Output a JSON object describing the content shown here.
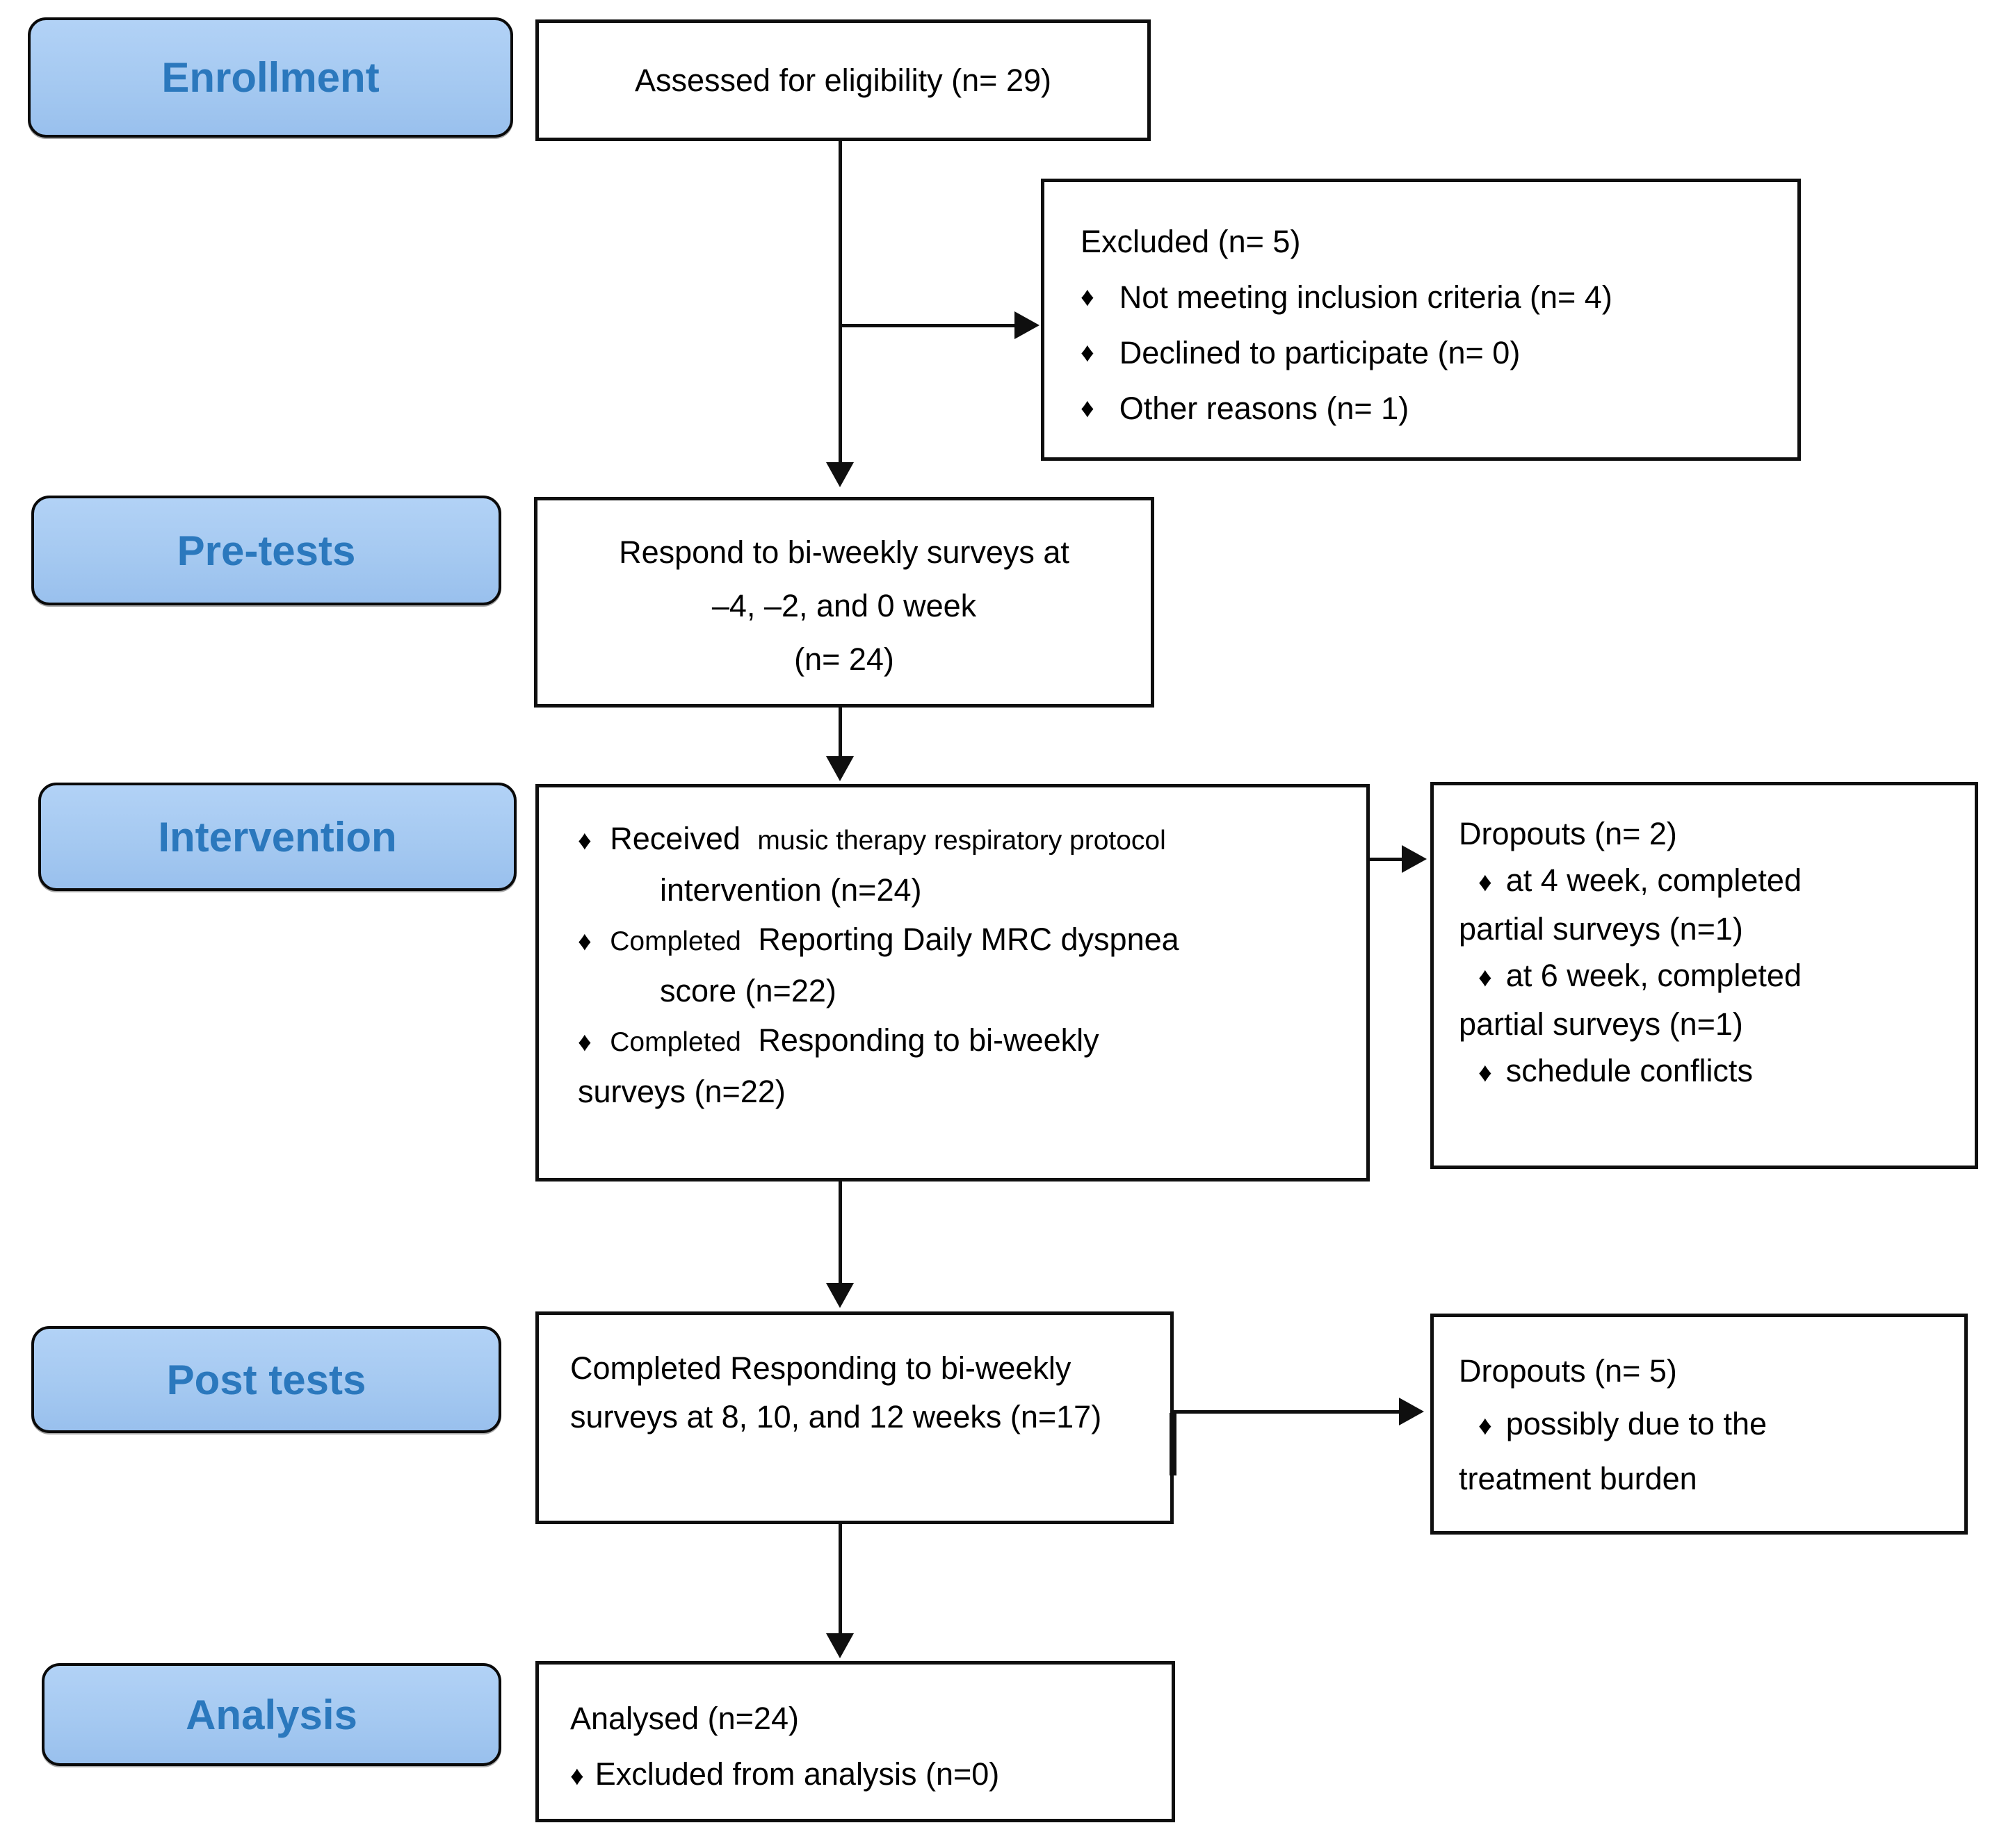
{
  "stages": {
    "enrollment": "Enrollment",
    "pretests": "Pre-tests",
    "intervention": "Intervention",
    "posttests": "Post tests",
    "analysis": "Analysis"
  },
  "boxes": {
    "assessed": {
      "text": "Assessed for eligibility (n= 29)"
    },
    "excluded": {
      "title": "Excluded (n= 5)",
      "bullets": [
        "Not meeting inclusion criteria (n= 4)",
        "Declined to participate (n= 0)",
        "Other reasons (n= 1)"
      ]
    },
    "pretests": {
      "lines": [
        "Respond to bi-weekly surveys at",
        "–4, –2, and 0 week",
        "(n= 24)"
      ]
    },
    "intervention": {
      "b1_seg1": "Received",
      "b1_seg2": "music therapy respiratory protocol",
      "b1_line2": "intervention (n=24)",
      "b2_seg1": "Completed",
      "b2_seg2": "Reporting Daily MRC dyspnea",
      "b2_line2": "score (n=22)",
      "b3_seg1": "Completed",
      "b3_seg2": "Responding to bi-weekly",
      "b3_line2": "surveys (n=22)"
    },
    "dropouts_intervention": {
      "title": "Dropouts (n= 2)",
      "bullets": [
        "at 4 week, completed partial surveys (n=1)",
        "at 6 week, completed partial surveys (n=1)",
        "schedule conflicts"
      ]
    },
    "posttests": {
      "text": "Completed Responding to bi-weekly surveys at 8, 10, and 12 weeks (n=17)"
    },
    "dropouts_posttests": {
      "title": "Dropouts (n= 5)",
      "bullets": [
        "possibly due to the treatment burden"
      ]
    },
    "analysis": {
      "line1": "Analysed (n=24)",
      "bullet": "Excluded from analysis (n=0)"
    }
  },
  "glyphs": {
    "bullet": "♦"
  },
  "colors": {
    "stage_fill": "#a5c9f1",
    "stage_text": "#2b78bd",
    "box_border": "#0f0f0f",
    "text": "#000000"
  }
}
